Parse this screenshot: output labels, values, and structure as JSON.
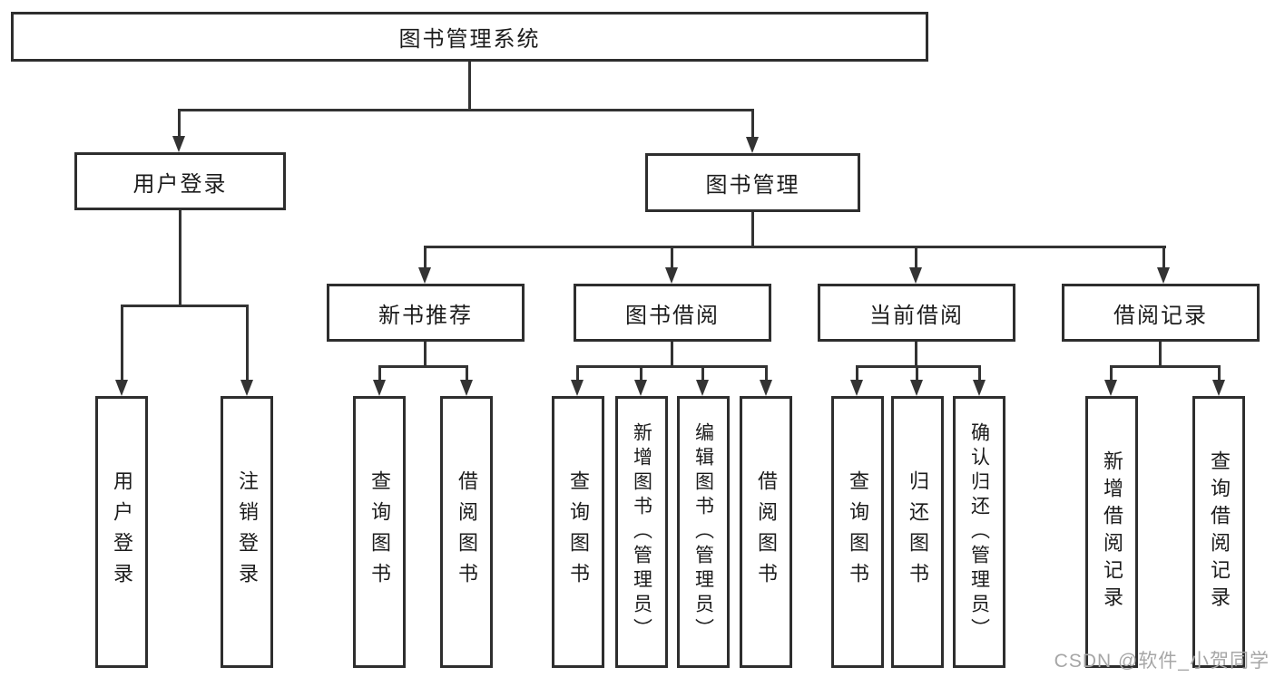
{
  "diagram": {
    "type": "tree-diagram",
    "title": "图书管理系统"
  },
  "colors": {
    "background": "#ffffff",
    "line": "#333333",
    "box_border": "#2e2e2e",
    "text": "#1c1c1c",
    "watermark": "#a6a6a6"
  },
  "tree": {
    "root": {
      "label": "图书管理系统"
    },
    "branches": [
      {
        "label": "用户登录",
        "leaves": [
          "用户登录",
          "注销登录"
        ]
      },
      {
        "label": "图书管理",
        "groups": [
          {
            "label": "新书推荐",
            "leaves": [
              "查询图书",
              "借阅图书"
            ]
          },
          {
            "label": "图书借阅",
            "leaves": [
              "查询图书",
              "新增图书（管理员）",
              "编辑图书（管理员）",
              "借阅图书"
            ]
          },
          {
            "label": "当前借阅",
            "leaves": [
              "查询图书",
              "归还图书",
              "确认归还（管理员）"
            ]
          },
          {
            "label": "借阅记录",
            "leaves": [
              "新增借阅记录",
              "查询借阅记录"
            ]
          }
        ]
      }
    ]
  },
  "watermark": "CSDN @软件_小贺同学"
}
